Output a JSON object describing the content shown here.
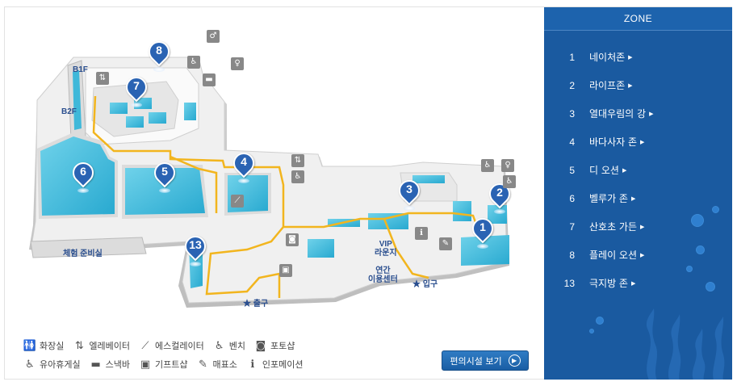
{
  "zone_panel": {
    "title": "ZONE",
    "items": [
      {
        "num": "1",
        "label": "네이처존"
      },
      {
        "num": "2",
        "label": "라이프존"
      },
      {
        "num": "3",
        "label": "열대우림의 강"
      },
      {
        "num": "4",
        "label": "바다사자 존"
      },
      {
        "num": "5",
        "label": "디 오션"
      },
      {
        "num": "6",
        "label": "벨루가 존"
      },
      {
        "num": "7",
        "label": "산호초 가든"
      },
      {
        "num": "8",
        "label": "플레이 오션"
      },
      {
        "num": "13",
        "label": "극지방 존"
      }
    ]
  },
  "map": {
    "floor_labels": {
      "b1f": "B1F",
      "b2f": "B2F"
    },
    "pins": [
      "1",
      "2",
      "3",
      "4",
      "5",
      "6",
      "7",
      "8",
      "13"
    ],
    "labels": {
      "experience_room": "체험 준비실",
      "vip_lounge": "VIP\n라운지",
      "annual_center": "연간\n이용센터",
      "entrance": "★ 입구",
      "exit": "★ 출구"
    }
  },
  "legend": {
    "row1": [
      {
        "icon": "restroom-icon",
        "glyph": "🚻",
        "label": "화장실"
      },
      {
        "icon": "elevator-icon",
        "glyph": "⇅",
        "label": "엘레베이터"
      },
      {
        "icon": "escalator-icon",
        "glyph": "⟋",
        "label": "에스컬레이터"
      },
      {
        "icon": "bench-icon",
        "glyph": "♿",
        "label": "벤치"
      },
      {
        "icon": "camera-icon",
        "glyph": "◙",
        "label": "포토샵"
      }
    ],
    "row2": [
      {
        "icon": "nursing-room-icon",
        "glyph": "♿",
        "label": "유아휴게실"
      },
      {
        "icon": "snack-icon",
        "glyph": "▬",
        "label": "스낵바"
      },
      {
        "icon": "giftshop-icon",
        "glyph": "▣",
        "label": "기프트샵"
      },
      {
        "icon": "ticket-icon",
        "glyph": "✎",
        "label": "매표소"
      },
      {
        "icon": "info-icon",
        "glyph": "ℹ",
        "label": "인포메이션"
      }
    ]
  },
  "button": {
    "label": "편의시설 보기",
    "icon": "arrow-circle-icon"
  },
  "colors": {
    "zone_bg": "#1a5aa0",
    "water": "#3fb8d9",
    "wall": "#e6e6e6",
    "path": "#f2b51e",
    "pin": "#2a63b3"
  }
}
